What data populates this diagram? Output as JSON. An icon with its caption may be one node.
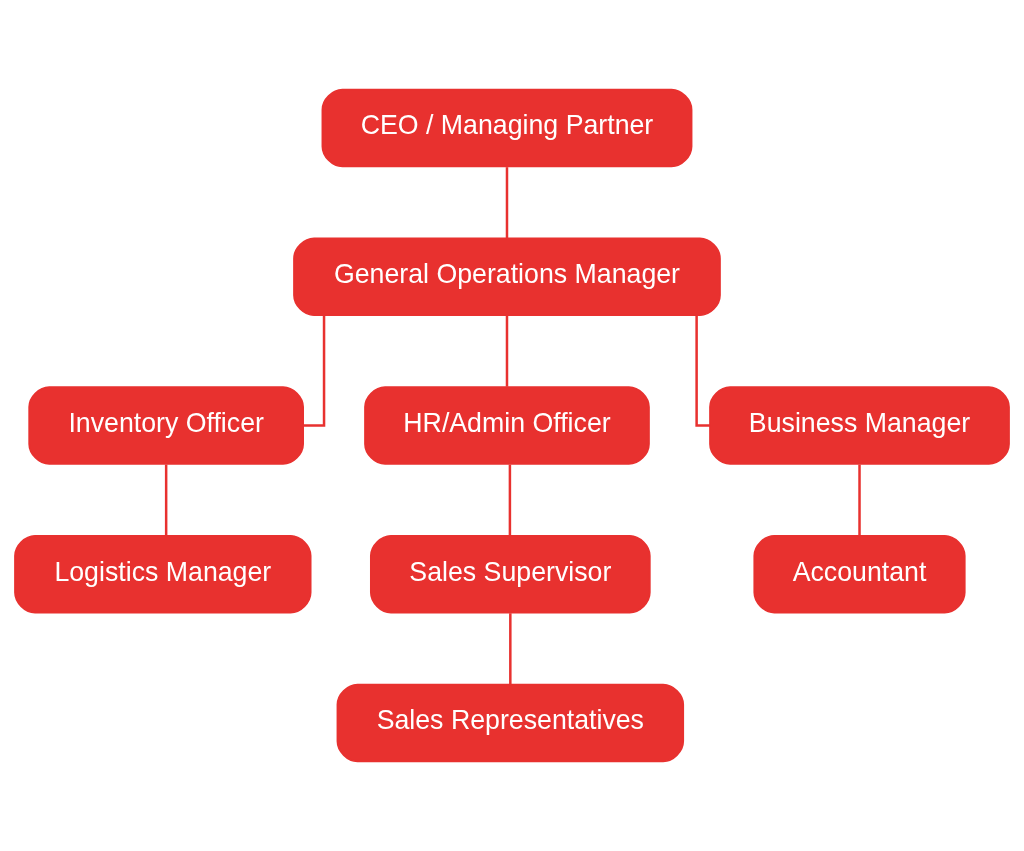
{
  "diagram": {
    "nodes": [
      {
        "text": [
          "CEO / Managing Partner"
        ]
      },
      {
        "text": [
          "General Operations Manager"
        ]
      },
      {
        "text": [
          "Inventory Officer"
        ]
      },
      {
        "text": [
          "HR/Admin Officer"
        ]
      },
      {
        "text": [
          "Business Manager"
        ]
      },
      {
        "text": [
          "Logistics Manager"
        ]
      },
      {
        "text": [
          "Sales Supervisor"
        ]
      },
      {
        "text": [
          "Accountant"
        ]
      },
      {
        "text": [
          "Sales Representatives"
        ]
      }
    ],
    "edges": [
      {
        "from": 0,
        "to": 1,
        "arrow": "none"
      },
      {
        "from": 1,
        "to": 2,
        "arrow": "none"
      },
      {
        "from": 1,
        "to": 3,
        "arrow": "none"
      },
      {
        "from": 1,
        "to": 4,
        "arrow": "none"
      },
      {
        "from": 2,
        "to": 5,
        "arrow": "none"
      },
      {
        "from": 3,
        "to": 6,
        "arrow": "none"
      },
      {
        "from": 4,
        "to": 7,
        "arrow": "none"
      },
      {
        "from": 6,
        "to": 8,
        "arrow": "none"
      }
    ]
  }
}
